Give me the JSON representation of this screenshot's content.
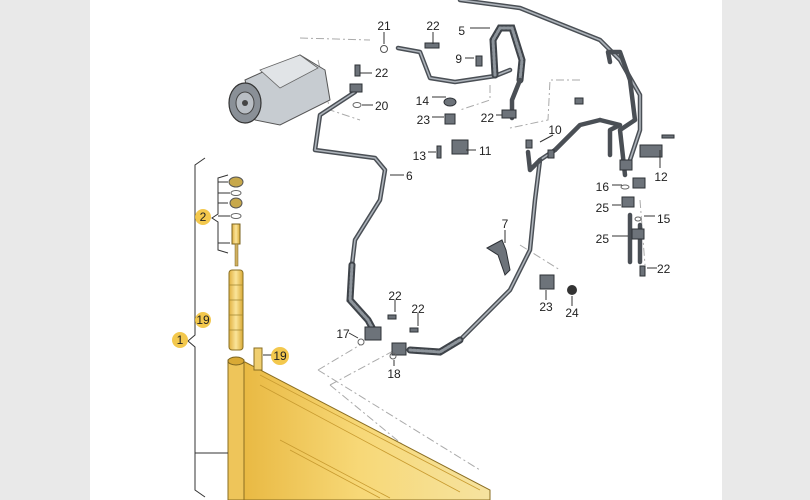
{
  "diagram": {
    "title": "Air conditioning refrigerant lines and condenser",
    "callouts": [
      "21",
      "22",
      "5",
      "9",
      "22",
      "20",
      "14",
      "23",
      "22",
      "10",
      "13",
      "11",
      "6",
      "12",
      "16",
      "25",
      "15",
      "25",
      "22",
      "7",
      "2",
      "19",
      "1",
      "19",
      "22",
      "22",
      "17",
      "18",
      "23",
      "24"
    ],
    "highlight_color": "#f2c23a",
    "condenser_color": "#f0c850",
    "pipe_color": "#4a4f55",
    "background_band_color": "#e9e9e9"
  }
}
